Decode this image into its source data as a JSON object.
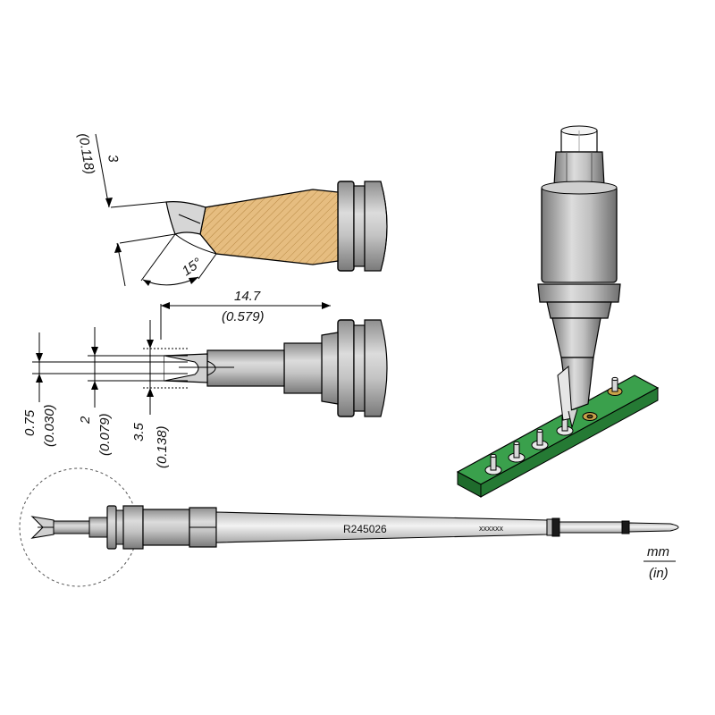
{
  "dimensions": {
    "bevel_mm": "3",
    "bevel_in": "(0.118)",
    "angle": "15°",
    "length_mm": "14.7",
    "length_in": "(0.579)",
    "width1_mm": "0.75",
    "width1_in": "(0.030)",
    "width2_mm": "2",
    "width2_in": "(0.079)",
    "width3_mm": "3.5",
    "width3_in": "(0.138)"
  },
  "cartridge": {
    "part_number": "R245026",
    "serial": "xxxxxx"
  },
  "units": {
    "primary": "mm",
    "secondary": "(in)"
  },
  "colors": {
    "steel": "#b3b3b3",
    "steel_dark": "#7e7e7e",
    "hatch": "#e2b97a",
    "pcb": "#2e8b3e",
    "pad": "#c9a34a"
  }
}
